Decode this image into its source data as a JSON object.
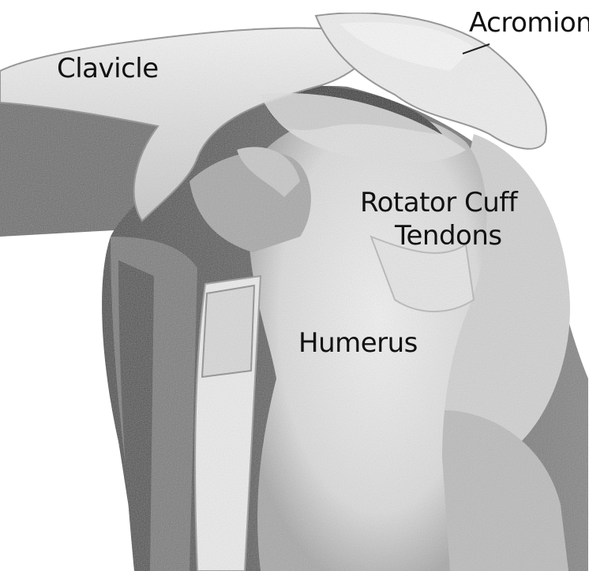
{
  "labels": {
    "clavicle": "Clavicle",
    "acromion": "Acromion",
    "rotator_cuff_line1": "Rotator Cuff",
    "rotator_cuff_line2": "Tendons",
    "humerus": "Humerus"
  },
  "colors": {
    "background": "#ffffff",
    "bone": "#e9e9e9",
    "bone_shadow": "#bdbdbd",
    "muscle": "#6a6a6a",
    "muscle_dark": "#3c3c3c",
    "tendon": "#9a9a9a",
    "text": "#111111"
  }
}
